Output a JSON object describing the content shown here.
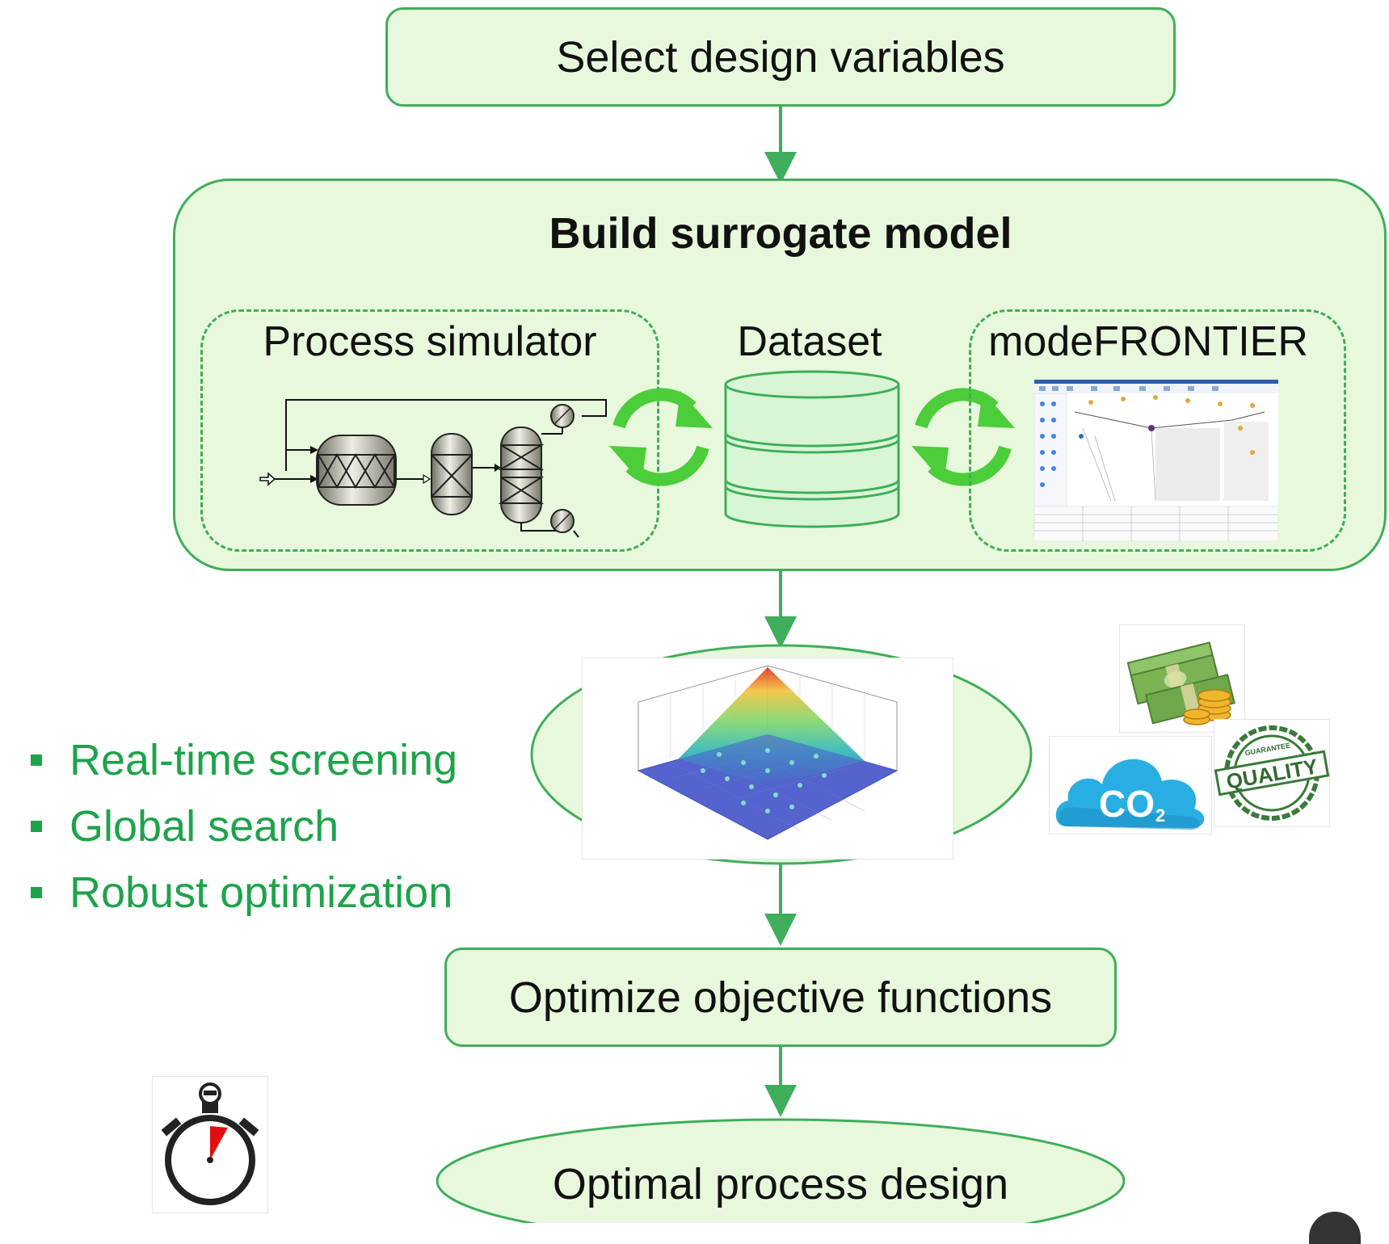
{
  "steps": {
    "select": "Select design variables",
    "build": "Build surrogate model",
    "optimize": "Optimize objective functions",
    "optimal": "Optimal process design"
  },
  "modules": {
    "simulator": "Process simulator",
    "dataset": "Dataset",
    "frontier": "modeFRONTIER"
  },
  "bullets": [
    "Real-time screening",
    "Global search",
    "Robust optimization"
  ],
  "icons": {
    "co2_label": "CO",
    "co2_sub": "2",
    "quality_label": "QUALITY",
    "guarantee_label": "GUARANTEE"
  },
  "colors": {
    "accent": "#3fae5a",
    "fill": "#e8f8dc",
    "bullet": "#1ea34a",
    "cycle": "#4ccd3a"
  }
}
